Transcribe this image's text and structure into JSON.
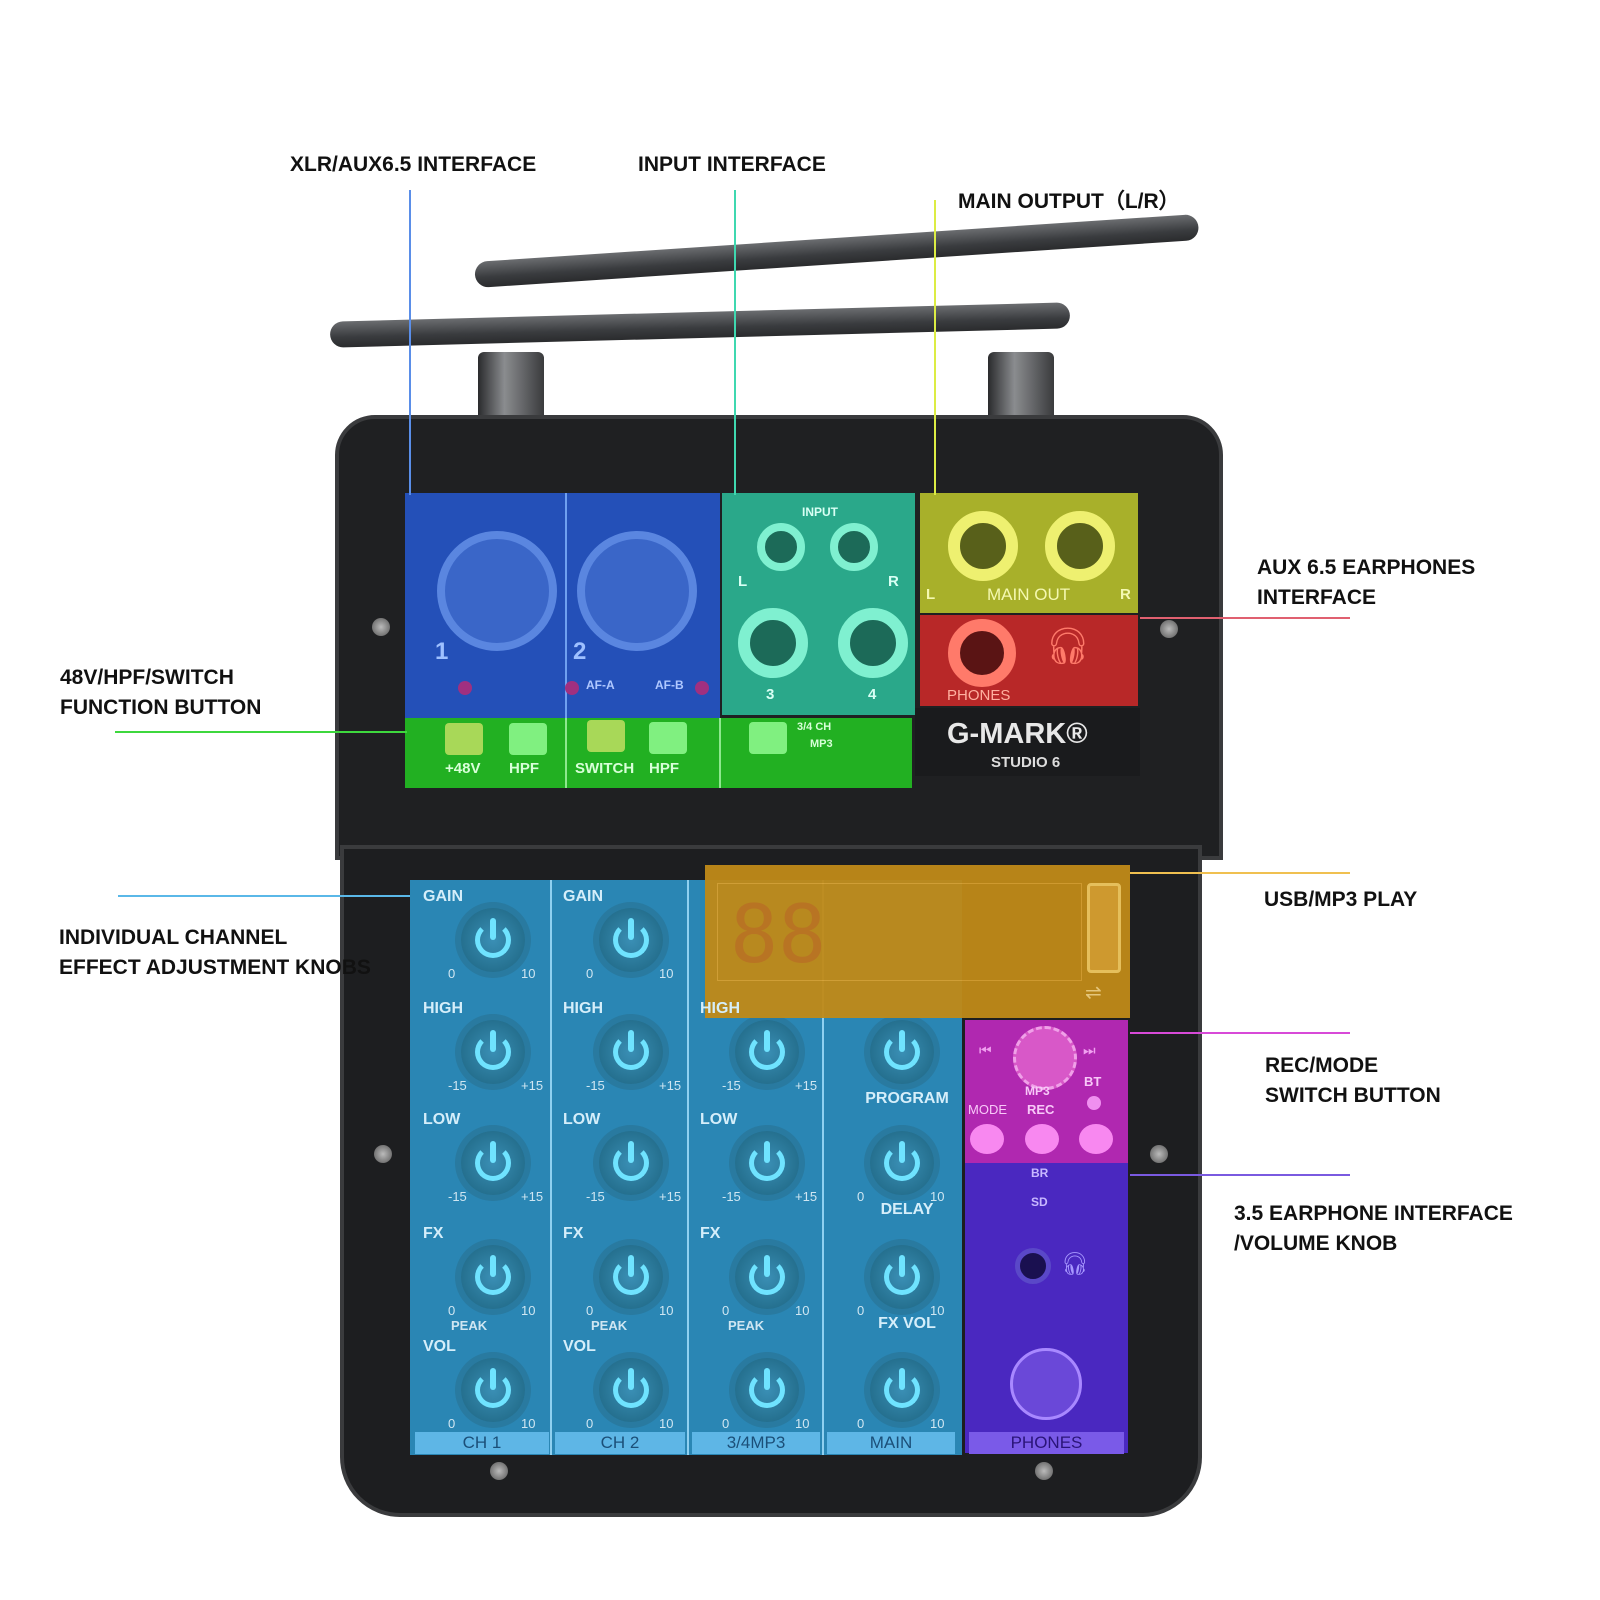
{
  "callouts": {
    "xlr": "XLR/AUX6.5 INTERFACE",
    "input": "INPUT INTERFACE",
    "main_output": "MAIN OUTPUT（L/R）",
    "aux_earphones": [
      "AUX 6.5 EARPHONES",
      "INTERFACE"
    ],
    "function_button": [
      "48V/HPF/SWITCH",
      "FUNCTION BUTTON"
    ],
    "channel_knobs": [
      "INDIVIDUAL CHANNEL",
      "EFFECT ADJUSTMENT KNOBS"
    ],
    "usb": "USB/MP3 PLAY",
    "rec_mode": [
      "REC/MODE",
      "SWITCH BUTTON"
    ],
    "earphone35": [
      "3.5 EARPHONE INTERFACE",
      "/VOLUME KNOB"
    ]
  },
  "colors": {
    "xlr": "#2a5bd7",
    "input": "#2fd6a8",
    "main_out": "#d8e83a",
    "phones": "#d83a3a",
    "buttons": "#2ed12e",
    "channels": "#2f9fd6",
    "usb": "#e8a817",
    "rec": "#d02cd0",
    "earphone": "#5a2ad8"
  },
  "device": {
    "xlr_labels": [
      "1",
      "2"
    ],
    "af_labels": [
      "AF-A",
      "AF-B"
    ],
    "input_label": "INPUT",
    "input_lr": [
      "L",
      "R"
    ],
    "input_jacks": [
      "3",
      "4"
    ],
    "main_out_label": "MAIN OUT",
    "main_out_lr": [
      "L",
      "R"
    ],
    "phones_label": "PHONES",
    "buttons": [
      "+48V",
      "HPF",
      "SWITCH",
      "HPF"
    ],
    "ch34_mp3": [
      "3/4 CH",
      "MP3"
    ],
    "brand": "G-MARK®",
    "model": "STUDIO 6",
    "display": "88",
    "rec_panel": {
      "mp3": "MP3",
      "bt": "BT",
      "mode": "MODE",
      "rec": "REC"
    },
    "indicators": [
      "BR",
      "SD"
    ],
    "peak": "PEAK"
  },
  "channels": [
    {
      "name": "CH 1",
      "knobs": [
        [
          "GAIN",
          "0",
          "10"
        ],
        [
          "HIGH",
          "-15",
          "+15"
        ],
        [
          "LOW",
          "-15",
          "+15"
        ],
        [
          "FX",
          "0",
          "10"
        ],
        [
          "VOL",
          "0",
          "10"
        ]
      ]
    },
    {
      "name": "CH 2",
      "knobs": [
        [
          "GAIN",
          "0",
          "10"
        ],
        [
          "HIGH",
          "-15",
          "+15"
        ],
        [
          "LOW",
          "-15",
          "+15"
        ],
        [
          "FX",
          "0",
          "10"
        ],
        [
          "VOL",
          "0",
          "10"
        ]
      ]
    },
    {
      "name": "3/4MP3",
      "knobs": [
        null,
        [
          "HIGH",
          "-15",
          "+15"
        ],
        [
          "LOW",
          "-15",
          "+15"
        ],
        [
          "FX",
          "0",
          "10"
        ],
        [
          "",
          "0",
          "10"
        ]
      ]
    },
    {
      "name": "MAIN",
      "knobs": [
        null,
        [
          "PROGRAM",
          "",
          ""
        ],
        [
          "DELAY",
          "0",
          "10"
        ],
        [
          "FX VOL",
          "0",
          "10"
        ],
        [
          "",
          "0",
          "10"
        ]
      ]
    }
  ],
  "phones_strip": "PHONES"
}
